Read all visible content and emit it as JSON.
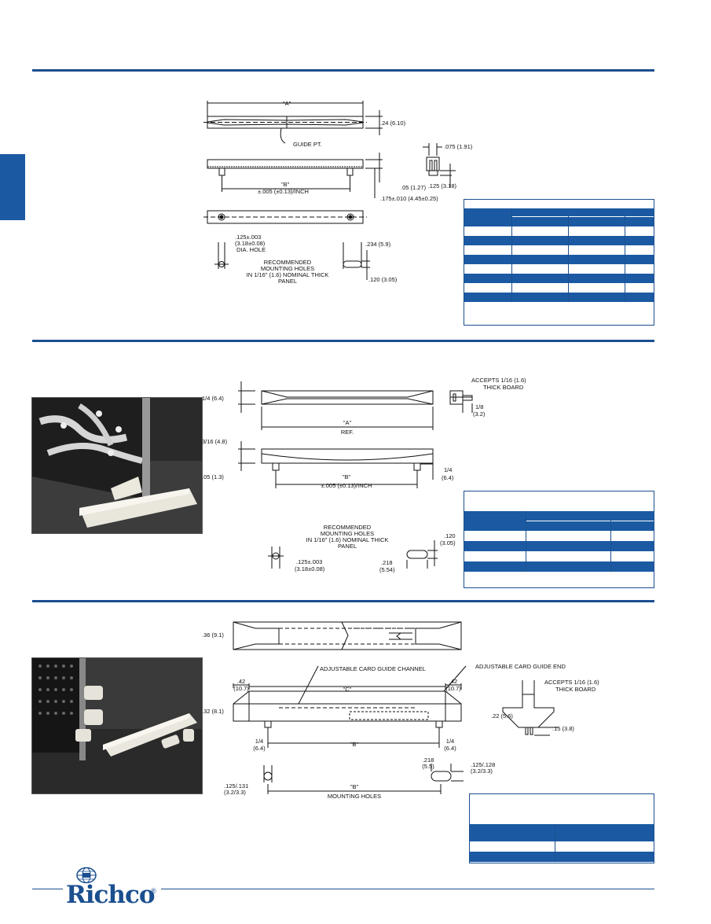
{
  "brand": {
    "logo_text": "Richco",
    "registered_mark": "®"
  },
  "section1": {
    "dims": {
      "a": "\"A\"",
      "height": ".24 (6.10)",
      "guide_pt": "GUIDE PT.",
      "slot": ".075 (1.91)",
      "b": "\"B\"",
      "b_tol": "±.005 (±0.13)/INCH",
      "thk": ".05 (1.27)",
      "pin_off": ".175±.010 (4.45±0.25)",
      "pin_len": ".125 (3.18)",
      "hole_dia": ".125±.003",
      "hole_dia_mm": "(3.18±0.08)",
      "hole_label": "DIA. HOLE",
      "slot_w": ".234 (5.9)",
      "slot_h": ".120 (3.05)",
      "rec1": "RECOMMENDED",
      "rec2": "MOUNTING HOLES",
      "rec3": "IN 1/16\" (1.6) NOMINAL THICK",
      "rec4": "PANEL"
    }
  },
  "section2": {
    "dims": {
      "height": "1/4 (6.4)",
      "accepts1": "ACCEPTS 1/16 (1.6)",
      "accepts2": "THICK BOARD",
      "depth": "1/8",
      "depth_mm": "(3.2)",
      "a": "\"A\"",
      "ref": "REF.",
      "side_h": "3/16 (4.8)",
      "thk": ".05 (1.3)",
      "b": "\"B\"",
      "b_tol": "±.005 (±0.13)/INCH",
      "end": "1/4",
      "end_mm": "(6.4)",
      "rec1": "RECOMMENDED",
      "rec2": "MOUNTING HOLES",
      "rec3": "IN 1/16\" (1.6) NOMINAL THICK",
      "rec4": "PANEL",
      "hole_dia": ".125±.003",
      "hole_dia_mm": "(3.18±0.08)",
      "slot_h": ".120",
      "slot_h_mm": "(3.05)",
      "slot_w": ".218",
      "slot_w_mm": "(5.54)"
    }
  },
  "section3": {
    "dims": {
      "height": ".36 (9.1)",
      "channel": "ADJUSTABLE CARD GUIDE CHANNEL",
      "end_label": "ADJUSTABLE CARD GUIDE END",
      "left_end": ".42",
      "left_end_mm": "(10.7)",
      "c": "\"C\"",
      "right_end": ".42",
      "right_end_mm": "(10.7)",
      "side_h": ".32 (8.1)",
      "accepts1": "ACCEPTS 1/16 (1.6)",
      "accepts2": "THICK BOARD",
      "prof_h": ".22 (5.6)",
      "pin": ".15 (3.8)",
      "q_left": "1/4",
      "q_left_mm": "(6.4)",
      "b": "\"B\"",
      "q_right": "1/4",
      "q_right_mm": "(6.4)",
      "slot_w": ".218",
      "slot_w_mm": "(5.5)",
      "slot_h": ".125/.128",
      "slot_h_mm": "(3.2/3.3)",
      "hole": ".125/.131",
      "hole_mm": "(3.2/3.3)",
      "mh_b": "\"B\"",
      "mh": "MOUNTING HOLES"
    }
  }
}
